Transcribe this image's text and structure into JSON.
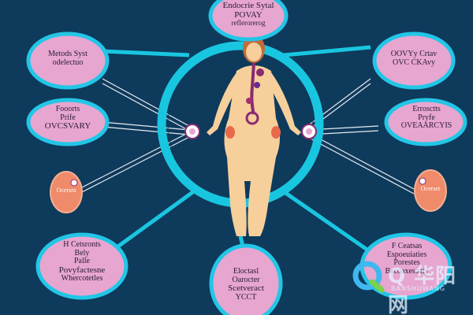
{
  "colors": {
    "background": "#0e3a5c",
    "ring": "#19c6e0",
    "node_fill": "#e7a6cf",
    "node_stroke": "#22c6e6",
    "ovary_fill": "#ef8a6a",
    "skin": "#f6cf9b",
    "organ": "#8a2a72"
  },
  "nodes": {
    "top": {
      "line1": "Endocrie Sytal",
      "line2": "POVAY",
      "line3": "reflerorerog"
    },
    "left_top": {
      "line1": "Metods Syst",
      "line2": "odelectuo"
    },
    "left_mid": {
      "line1": "Fooorts",
      "line2": "Prife",
      "line3": "OVCSVARY"
    },
    "left_ovary": {
      "label": "Ocersra"
    },
    "left_bottom": {
      "line1": "H Cetsronts",
      "line2": "Bely",
      "line3": "Palle",
      "line4": "Povyfactesne",
      "line5": "Whercotetles"
    },
    "bottom": {
      "line1": "Eloctasl",
      "line2": "Oarocter",
      "line3": "Scetveract",
      "line4": "YCCT"
    },
    "right_top": {
      "line1": "OOVYy Crtav",
      "line2": "OVC CKAvy"
    },
    "right_mid": {
      "line1": "Errosctts",
      "line2": "Pryfe",
      "line3": "OVEAARCYIS"
    },
    "right_ovary": {
      "label": "Ocerset"
    },
    "right_bottom": {
      "line1": "F Ceatsas",
      "line2": "Espoeuiaties",
      "line3": "Porestes",
      "line4": "Becoaxesaaty"
    }
  },
  "watermark": {
    "text": "Q 华阳网",
    "sub": "BANSHUWANG"
  }
}
